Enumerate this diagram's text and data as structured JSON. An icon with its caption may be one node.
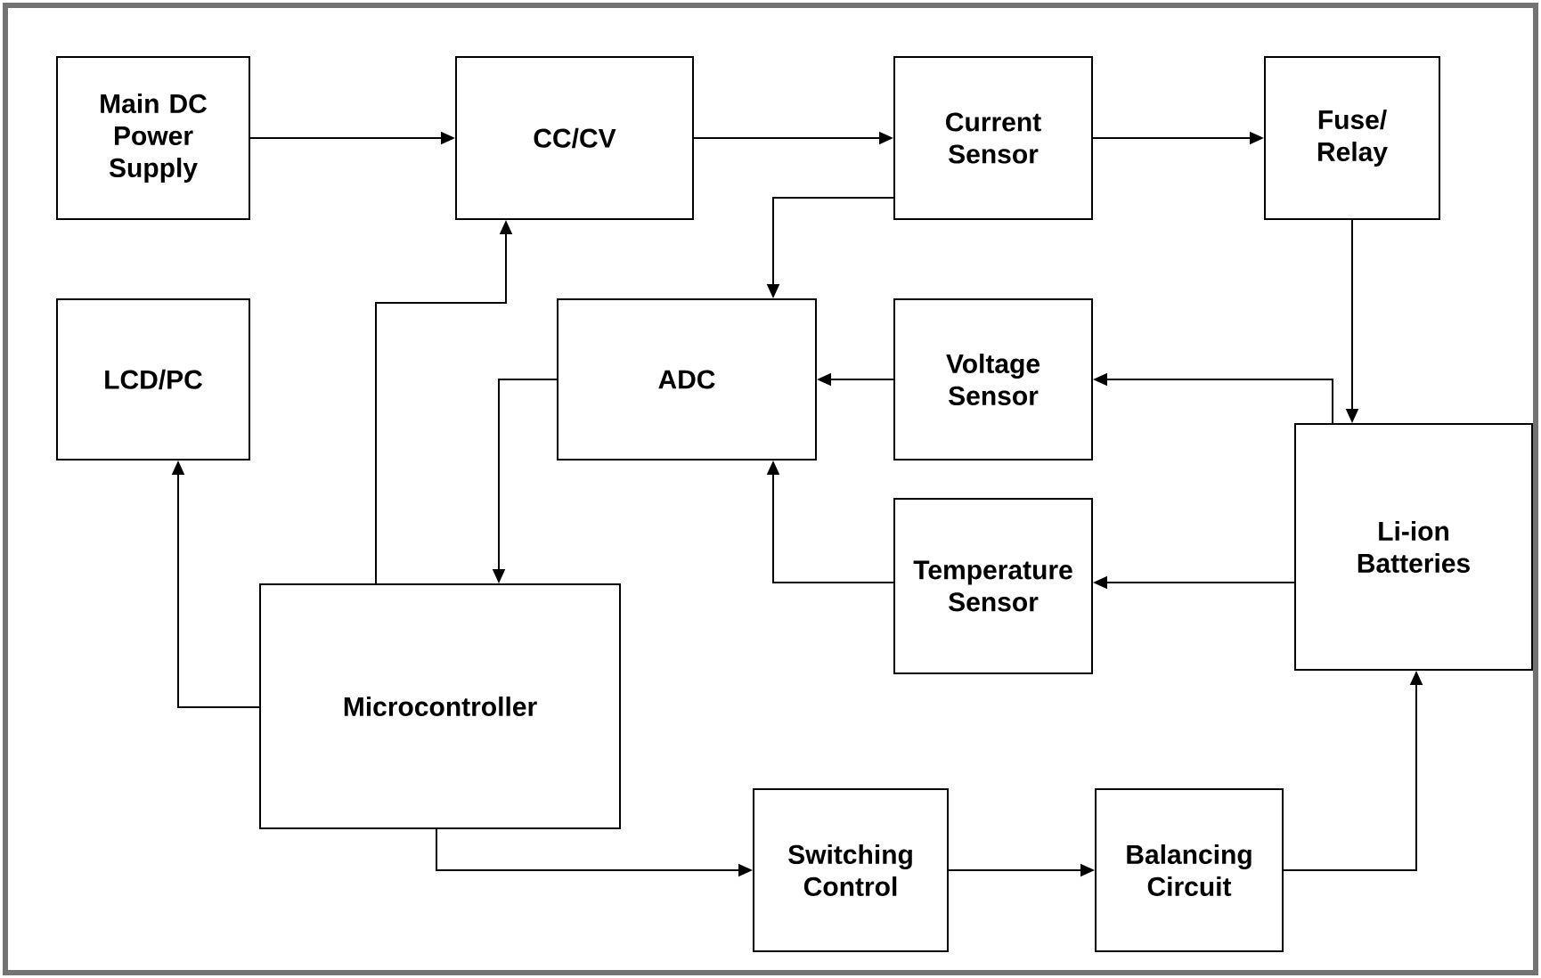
{
  "diagram": {
    "nodes": [
      {
        "text": [
          "Main DC Power Supply"
        ]
      },
      {
        "text": [
          "CC/CV"
        ]
      },
      {
        "text": [
          "Current Sensor"
        ]
      },
      {
        "text": [
          "Fuse/ Relay"
        ]
      },
      {
        "text": [
          "LCD/PC"
        ]
      },
      {
        "text": [
          "ADC"
        ]
      },
      {
        "text": [
          "Voltage Sensor"
        ]
      },
      {
        "text": [
          "Li-ion Batteries"
        ]
      },
      {
        "text": [
          "Temperature Sensor"
        ]
      },
      {
        "text": [
          "Microcontroller"
        ]
      },
      {
        "text": [
          "Switching Control"
        ]
      },
      {
        "text": [
          "Balancing Circuit"
        ]
      }
    ],
    "edges": [
      {
        "from": 0,
        "to": 1,
        "arrow": "to"
      },
      {
        "from": 1,
        "to": 2,
        "arrow": "to"
      },
      {
        "from": 2,
        "to": 3,
        "arrow": "to"
      },
      {
        "from": 2,
        "to": 5,
        "arrow": "to"
      },
      {
        "from": 3,
        "to": 7,
        "arrow": "to"
      },
      {
        "from": 7,
        "to": 6,
        "arrow": "to"
      },
      {
        "from": 7,
        "to": 8,
        "arrow": "to"
      },
      {
        "from": 6,
        "to": 5,
        "arrow": "to"
      },
      {
        "from": 8,
        "to": 5,
        "arrow": "to"
      },
      {
        "from": 5,
        "to": 9,
        "arrow": "to"
      },
      {
        "from": 9,
        "to": 1,
        "arrow": "to"
      },
      {
        "from": 9,
        "to": 4,
        "arrow": "to"
      },
      {
        "from": 9,
        "to": 10,
        "arrow": "to"
      },
      {
        "from": 10,
        "to": 11,
        "arrow": "to"
      },
      {
        "from": 11,
        "to": 7,
        "arrow": "to"
      }
    ]
  }
}
